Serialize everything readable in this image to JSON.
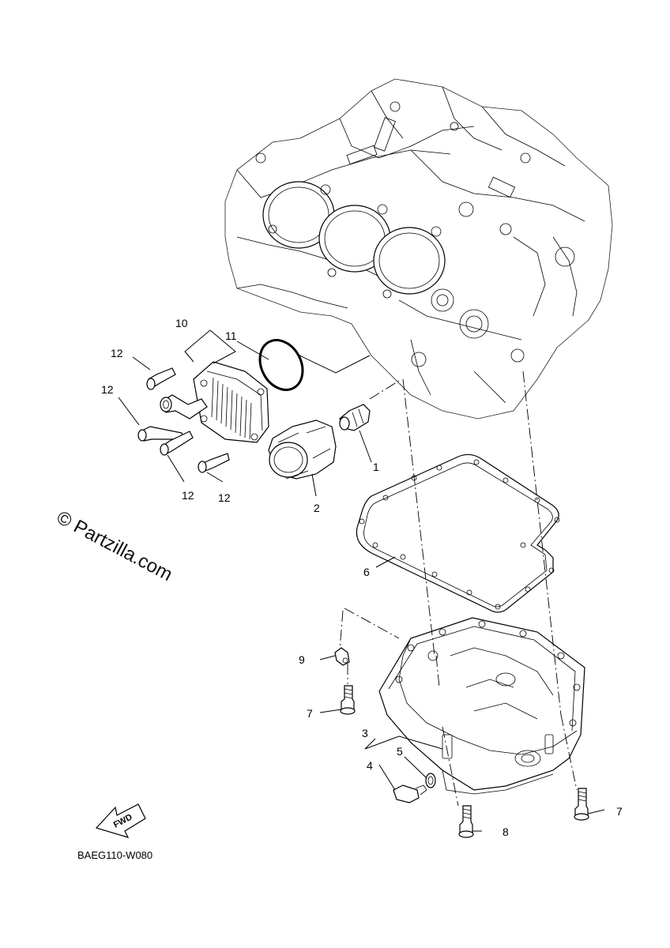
{
  "diagram_code": "BAEG110-W080",
  "watermark": "© Partzilla.com",
  "fwd_label": "FWD",
  "callouts": {
    "c1": "1",
    "c2": "2",
    "c3": "3",
    "c4": "4",
    "c5": "5",
    "c6": "6",
    "c7a": "7",
    "c7b": "7",
    "c8": "8",
    "c9": "9",
    "c10": "10",
    "c11": "11",
    "c12a": "12",
    "c12b": "12",
    "c12c": "12",
    "c12d": "12"
  }
}
